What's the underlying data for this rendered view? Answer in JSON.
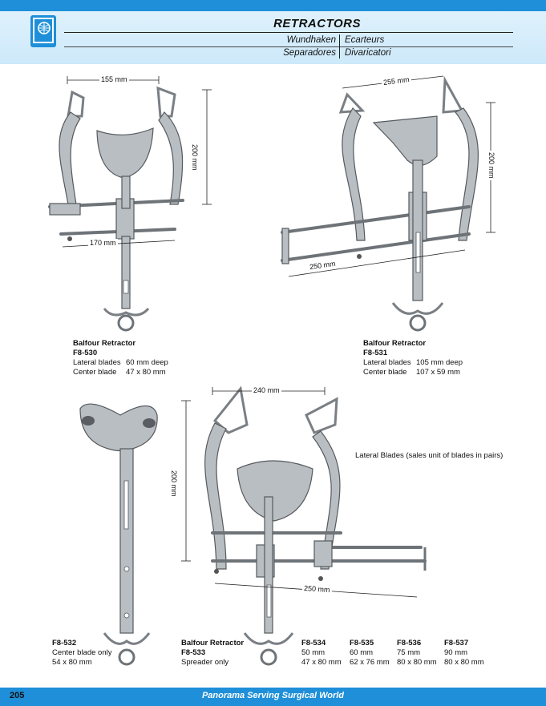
{
  "header": {
    "title": "RETRACTORS",
    "langs": {
      "de": "Wundhaken",
      "fr": "Ecarteurs",
      "es": "Separadores",
      "it": "Divaricatori"
    }
  },
  "dims": {
    "p1_width": "155 mm",
    "p1_height": "200 mm",
    "p1_bottom": "170 mm",
    "p2_width": "255 mm",
    "p2_height": "200 mm",
    "p2_bottom": "250 mm",
    "p4_width": "240 mm",
    "p4_height": "200 mm",
    "p4_bottom": "250 mm"
  },
  "products": {
    "p1": {
      "name": "Balfour Retractor",
      "code": "F8-530",
      "row1_label": "Lateral blades",
      "row1_value": "60 mm deep",
      "row2_label": "Center blade",
      "row2_value": "47 x 80 mm"
    },
    "p2": {
      "name": "Balfour Retractor",
      "code": "F8-531",
      "row1_label": "Lateral blades",
      "row1_value": "105 mm deep",
      "row2_label": "Center blade",
      "row2_value": "107 x 59 mm"
    },
    "p3": {
      "code": "F8-532",
      "line1": "Center blade only",
      "line2": "54 x 80 mm"
    },
    "p4": {
      "name": "Balfour Retractor",
      "code": "F8-533",
      "line1": "Spreader only"
    }
  },
  "lateral_note": "Lateral Blades (sales unit of blades in pairs)",
  "blades": [
    {
      "code": "F8-534",
      "depth": "50 mm",
      "size": "47 x 80 mm"
    },
    {
      "code": "F8-535",
      "depth": "60 mm",
      "size": "62 x 76 mm"
    },
    {
      "code": "F8-536",
      "depth": "75 mm",
      "size": "80 x 80 mm"
    },
    {
      "code": "F8-537",
      "depth": "90 mm",
      "size": "80 x 80 mm"
    }
  ],
  "footer": {
    "page": "205",
    "tagline": "Panorama Serving Surgical World"
  },
  "colors": {
    "accent": "#1e8fd8",
    "band": "#cde9fa"
  },
  "icons": {
    "logo": "panorama-logo-icon"
  }
}
